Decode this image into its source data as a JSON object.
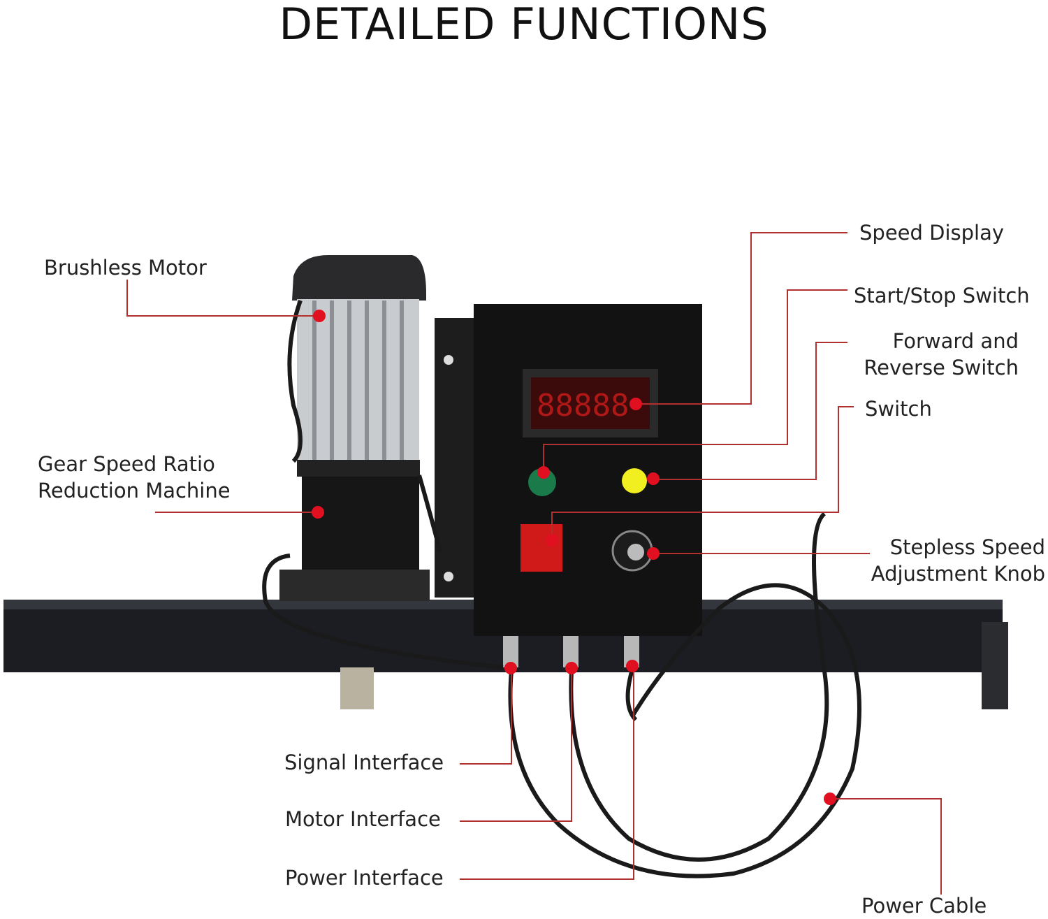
{
  "title": "DETAILED FUNCTIONS",
  "colors": {
    "leader_line": "#b03030",
    "marker_dot": "#e01020",
    "device": "#151515",
    "rail": "#1b1d22"
  },
  "callouts": {
    "speed_display": "Speed Display",
    "start_stop_switch": "Start/Stop Switch",
    "forward_reverse_line1": "Forward and",
    "forward_reverse_line2": "Reverse Switch",
    "switch": "Switch",
    "stepless_line1": "Stepless Speed",
    "stepless_line2": "Adjustment Knob",
    "brushless_motor": "Brushless Motor",
    "gear_line1": "Gear Speed Ratio",
    "gear_line2": "Reduction Machine",
    "signal_interface": "Signal Interface",
    "motor_interface": "Motor Interface",
    "power_interface": "Power Interface",
    "power_cable": "Power Cable"
  }
}
